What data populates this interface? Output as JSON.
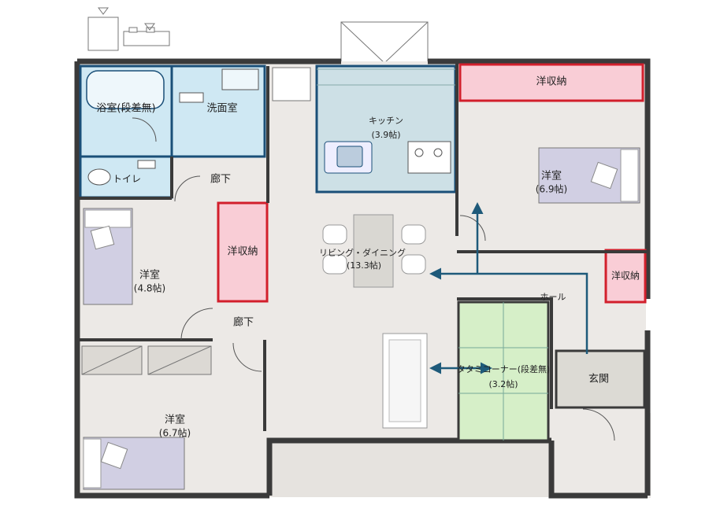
{
  "rooms": {
    "bath": {
      "name": "浴室(段差無)"
    },
    "washroom": {
      "name": "洗面室"
    },
    "toilet": {
      "name": "トイレ"
    },
    "hall_upper": {
      "name": "廊下"
    },
    "hall_lower": {
      "name": "廊下"
    },
    "kitchen": {
      "name": "キッチン",
      "size": "(3.9帖)"
    },
    "living": {
      "name": "リビング・ダイニング",
      "size": "(13.3帖)"
    },
    "bed_nw": {
      "name": "洋室",
      "size": "(4.8帖)"
    },
    "bed_sw": {
      "name": "洋室",
      "size": "(6.7帖)"
    },
    "bed_ne": {
      "name": "洋室",
      "size": "(6.9帖)"
    },
    "tatami": {
      "name": "タタミコーナー(段差無)",
      "size": "(3.2帖)"
    },
    "entrance": {
      "name": "玄関"
    },
    "entrance_hall": {
      "name": "ホール"
    }
  },
  "storage": {
    "ne_top": {
      "label": "洋収納"
    },
    "center": {
      "label": "洋収納"
    },
    "east": {
      "label": "洋収納"
    }
  },
  "colors": {
    "wall": "#3a3a3a",
    "floor": "#ece9e6",
    "wet_area": "#cfe8f3",
    "wet_border": "#1a4f78",
    "kitchen_fill": "#cde0e6",
    "storage_fill": "#f9cdd6",
    "storage_border": "#d21f2c",
    "tatami": "#d6efc8",
    "bed": "#d1cfe3",
    "arrow": "#1e5a7a",
    "entrance": "#dcdad4"
  }
}
